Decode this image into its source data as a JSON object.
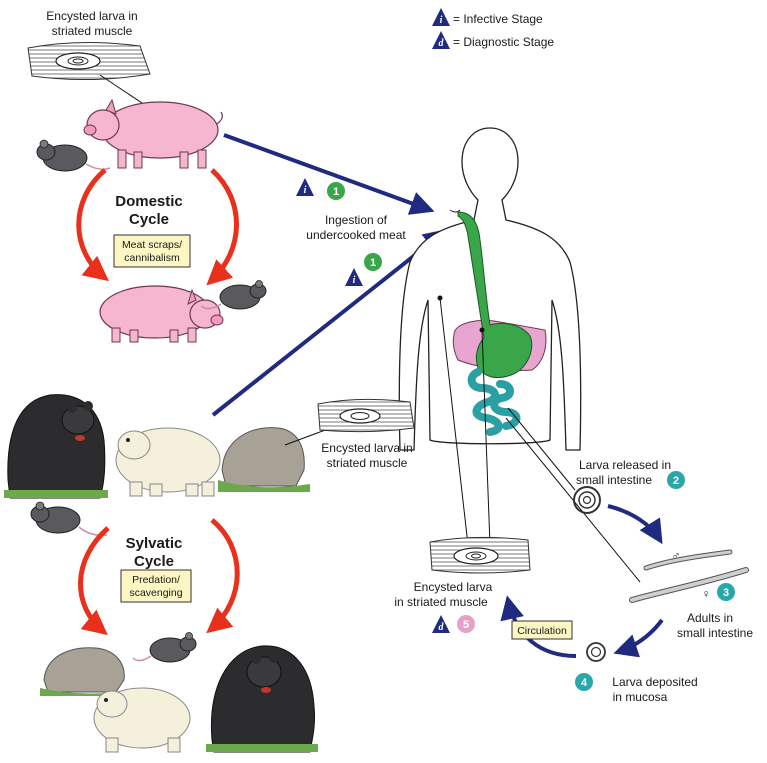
{
  "legend": {
    "infective": {
      "letter": "i",
      "text": "= Infective Stage"
    },
    "diagnostic": {
      "letter": "d",
      "text": "= Diagnostic Stage"
    }
  },
  "labels": {
    "encysted_top_1": "Encysted larva in",
    "encysted_top_2": "striated muscle",
    "domestic_1": "Domestic",
    "domestic_2": "Cycle",
    "meat_scraps_1": "Meat scraps/",
    "meat_scraps_2": "cannibalism",
    "sylvatic_1": "Sylvatic",
    "sylvatic_2": "Cycle",
    "predation_1": "Predation/",
    "predation_2": "scavenging",
    "ingestion_1": "Ingestion of",
    "ingestion_2": "undercooked meat",
    "encysted_mid_1": "Encysted larva in",
    "encysted_mid_2": "striated muscle",
    "released_1": "Larva released in",
    "released_2": "small intestine",
    "adults_1": "Adults in",
    "adults_2": "small intestine",
    "deposited_1": "Larva deposited",
    "deposited_2": "in mucosa",
    "encysted_bot_1": "Encysted larva",
    "encysted_bot_2": "in striated muscle",
    "circulation": "Circulation"
  },
  "stage_numbers": {
    "n1a": "1",
    "n1b": "1",
    "n2": "2",
    "n3": "3",
    "n4": "4",
    "n5": "5"
  },
  "sex_symbols": {
    "male": "♂",
    "female": "♀"
  },
  "colors": {
    "arrow_blue": "#1f2a80",
    "cycle_red": "#e8301c",
    "pig_pink": "#f6b6cf",
    "green_badge": "#3aa64a",
    "teal_badge": "#2aa7a8",
    "pink_badge": "#e6a1c9",
    "label_box": "#fbf6c2",
    "stomach_green": "#3aa64a",
    "liver_pink": "#e7a5d0",
    "intestine_teal": "#2aa0a4"
  }
}
